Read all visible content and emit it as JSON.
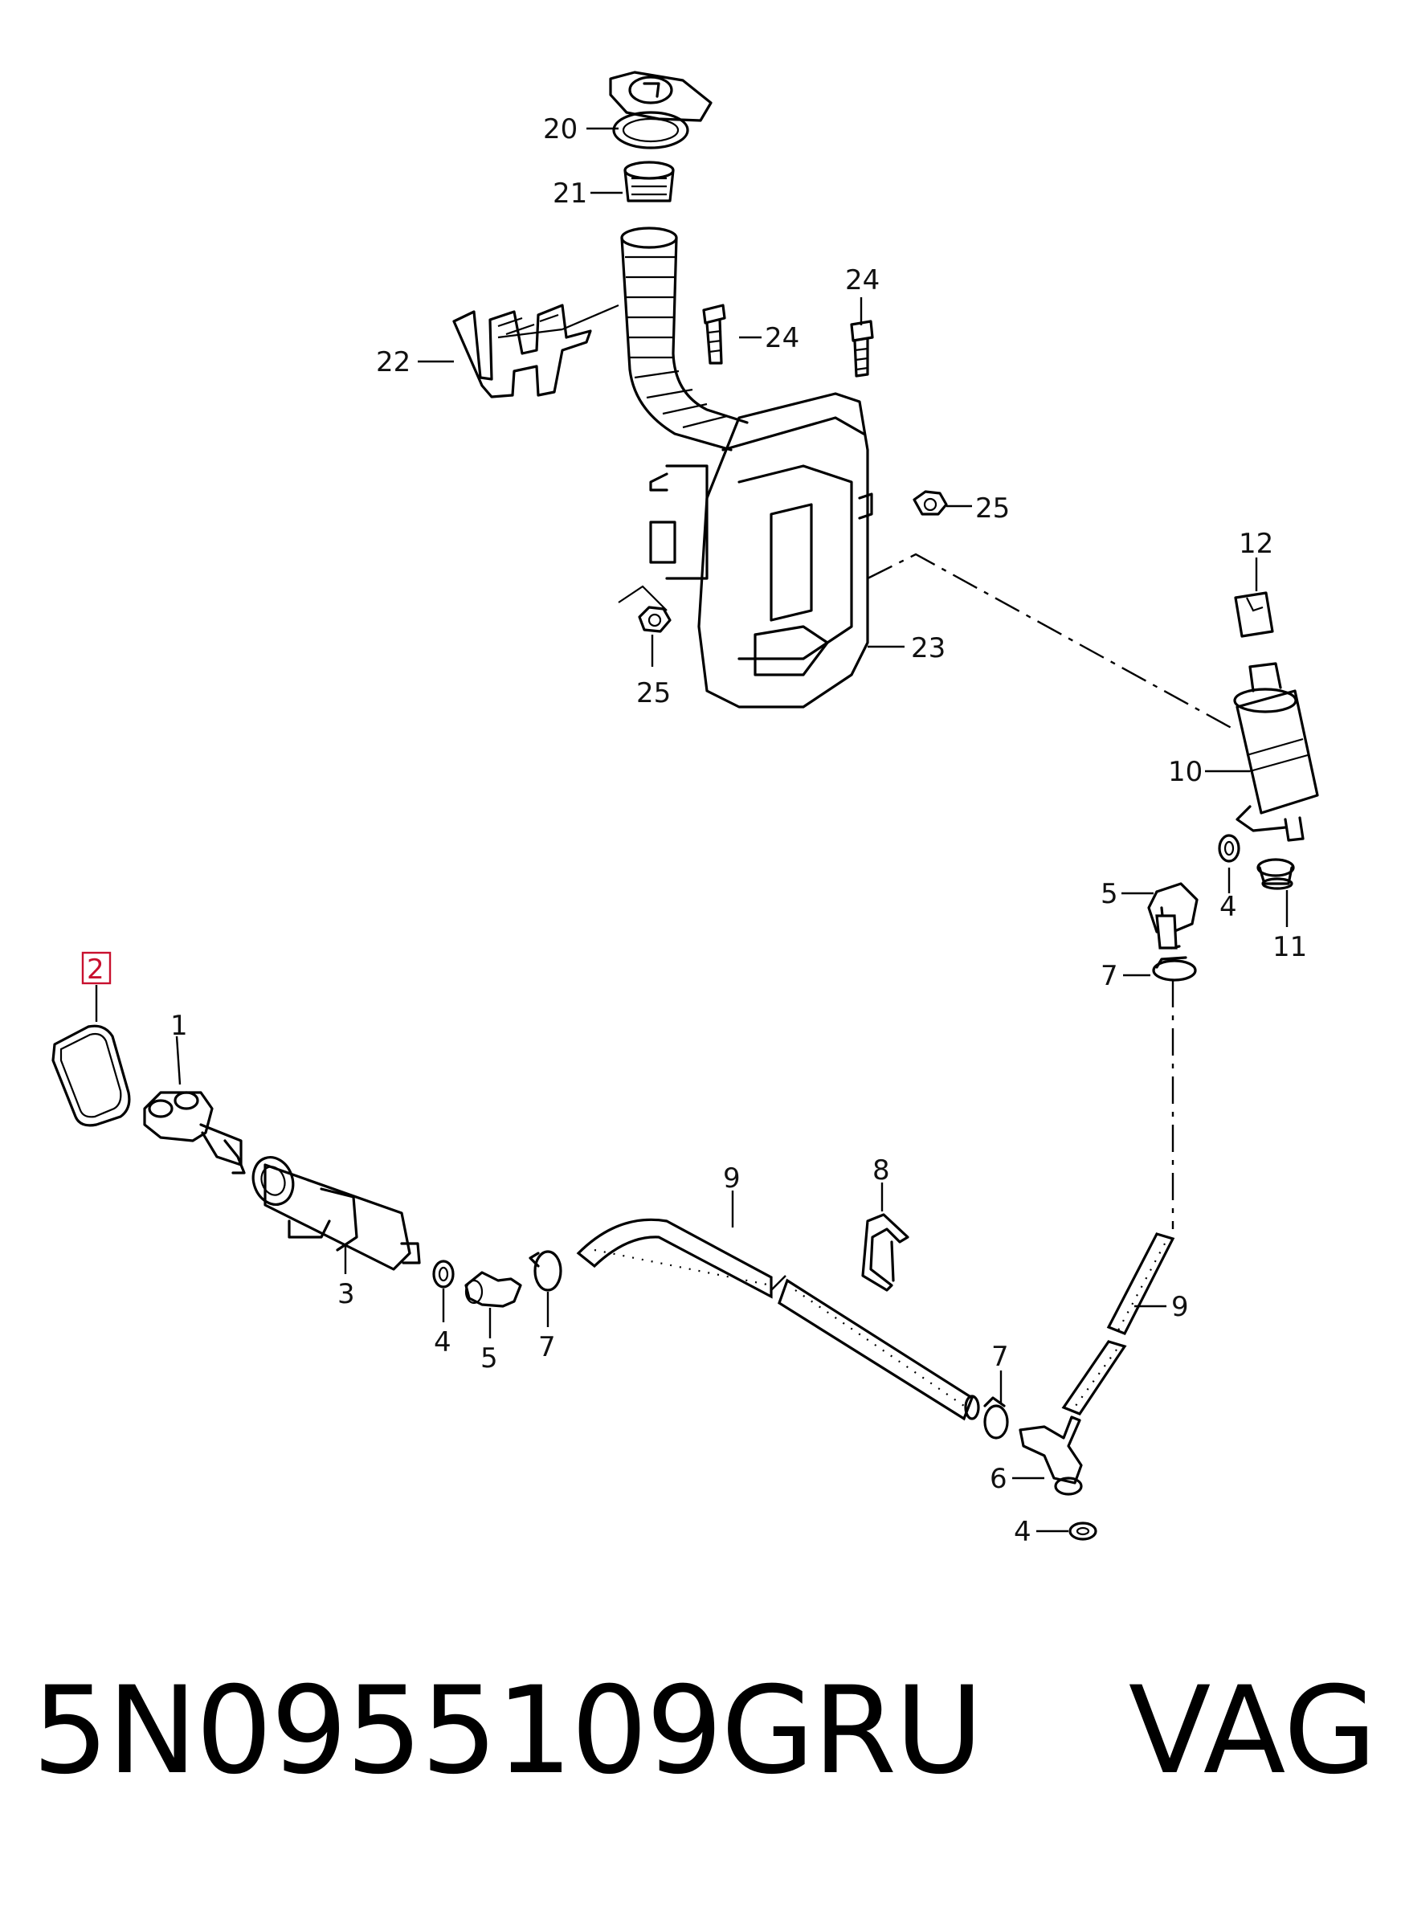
{
  "diagram": {
    "callouts": [
      {
        "id": "c20",
        "label": "20"
      },
      {
        "id": "c21",
        "label": "21"
      },
      {
        "id": "c22",
        "label": "22"
      },
      {
        "id": "c24a",
        "label": "24"
      },
      {
        "id": "c24b",
        "label": "24"
      },
      {
        "id": "c25a",
        "label": "25"
      },
      {
        "id": "c25b",
        "label": "25"
      },
      {
        "id": "c23",
        "label": "23"
      },
      {
        "id": "c12",
        "label": "12"
      },
      {
        "id": "c10",
        "label": "10"
      },
      {
        "id": "c5a",
        "label": "5"
      },
      {
        "id": "c4a",
        "label": "4"
      },
      {
        "id": "c11",
        "label": "11"
      },
      {
        "id": "c7a",
        "label": "7"
      },
      {
        "id": "c2",
        "label": "2",
        "highlighted": true
      },
      {
        "id": "c1",
        "label": "1"
      },
      {
        "id": "c3",
        "label": "3"
      },
      {
        "id": "c4b",
        "label": "4"
      },
      {
        "id": "c5b",
        "label": "5"
      },
      {
        "id": "c7b",
        "label": "7"
      },
      {
        "id": "c9a",
        "label": "9"
      },
      {
        "id": "c8",
        "label": "8"
      },
      {
        "id": "c9b",
        "label": "9"
      },
      {
        "id": "c7c",
        "label": "7"
      },
      {
        "id": "c6",
        "label": "6"
      },
      {
        "id": "c4c",
        "label": "4"
      }
    ],
    "highlight_color": "#c8102e"
  },
  "caption": {
    "part_number": "5N0955109GRU",
    "brand": "VAG"
  }
}
